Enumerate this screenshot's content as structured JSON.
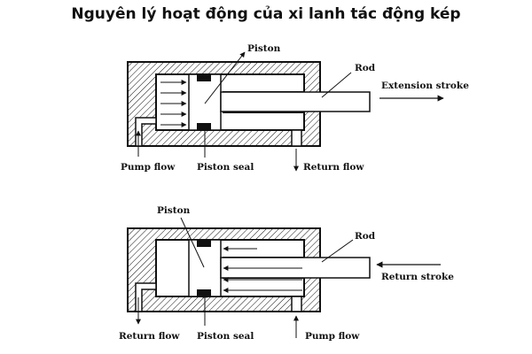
{
  "title": "Nguyên lý hoạt động của xi lanh tác động kép",
  "top_diagram": {
    "labels": {
      "piston": "Piston",
      "rod": "Rod",
      "stroke": "Extension  stroke",
      "pump_flow": "Pump flow",
      "piston_seal": "Piston seal",
      "return_flow": "Return flow"
    }
  },
  "bottom_diagram": {
    "labels": {
      "piston": "Piston",
      "rod": "Rod",
      "stroke": "Return  stroke",
      "return_flow": "Return  flow",
      "piston_seal": "Piston seal",
      "pump_flow": "Pump flow"
    }
  },
  "colors": {
    "ink": "#111111",
    "background": "#ffffff"
  }
}
